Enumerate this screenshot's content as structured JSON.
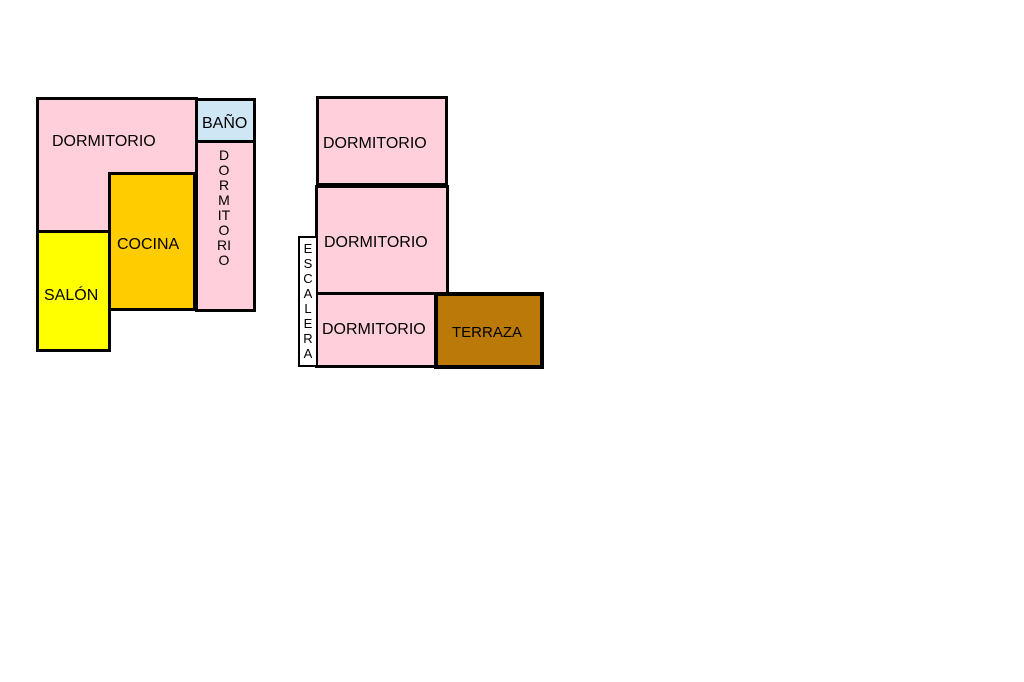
{
  "colors": {
    "pink": "#ffd0dc",
    "orange": "#ffcc00",
    "yellow": "#ffff00",
    "light_blue": "#cfe6f5",
    "brown": "#bb7a08",
    "white": "#ffffff",
    "border": "#000000"
  },
  "plan_left": {
    "dormitorio_1": "DORMITORIO",
    "bano": "BAÑO",
    "dormitorio_vertical": "DORMITORIO",
    "cocina": "COCINA",
    "salon": "SALÓN"
  },
  "plan_right": {
    "dormitorio_top": "DORMITORIO",
    "dormitorio_middle": "DORMITORIO",
    "dormitorio_bottom": "DORMITORIO",
    "escalera": "ESCALERA",
    "terraza": "TERRAZA"
  }
}
